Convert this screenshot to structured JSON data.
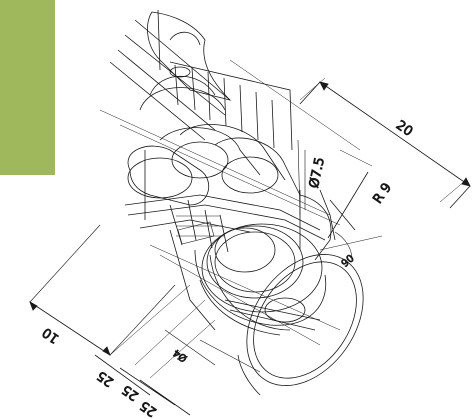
{
  "colors": {
    "accent_block": "#9fb85c",
    "line": "#1a1a1a",
    "background": "#ffffff"
  },
  "dimensions": {
    "d20": "20",
    "r9": "R 9",
    "phi75": "Ø7.5",
    "d90": "90",
    "d10": "10",
    "d4": "Ø4",
    "d25a": "25",
    "d25b": "25",
    "d25c": "25"
  }
}
